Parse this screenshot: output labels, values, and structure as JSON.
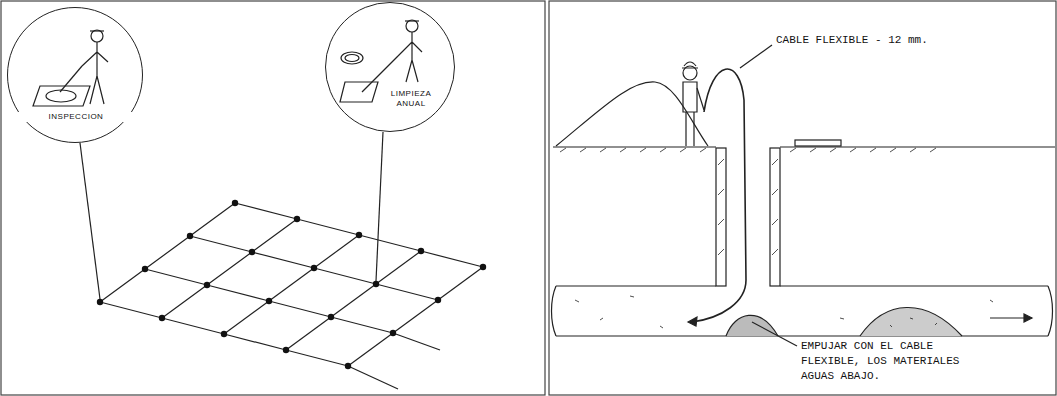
{
  "diagram": {
    "nodes": [
      {
        "text": [
          "INSPECCION"
        ]
      },
      {
        "text": [
          "LIMPIEZA ANUAL"
        ]
      }
    ],
    "labels": [
      "CABLE FLEXIBLE - 12 mm.",
      "EMPUJAR CON EL CABLE FLEXIBLE, LOS MATERIALES AGUAS ABAJO."
    ]
  }
}
